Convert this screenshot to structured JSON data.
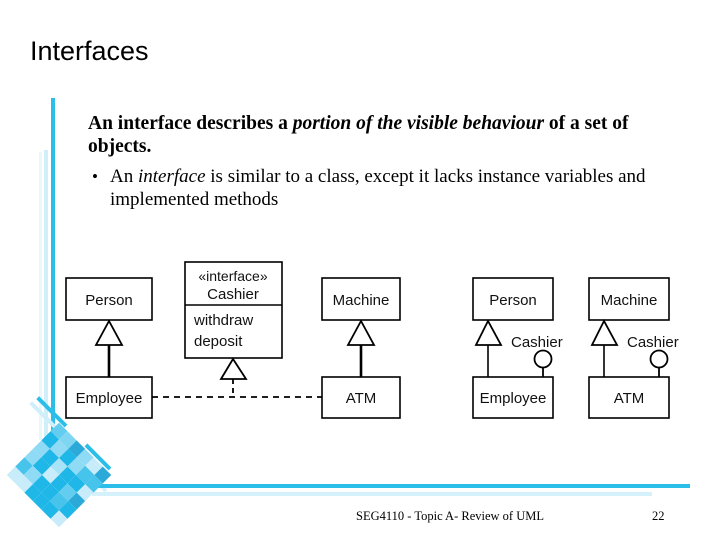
{
  "slide": {
    "title": "Interfaces",
    "accent_color": "#2ABEE8",
    "accent_soft_color": "#CFEFFA"
  },
  "body": {
    "lead_plain_1": "An interface describes a ",
    "lead_italic": "portion of the visible behaviour",
    "lead_plain_2": " of a set of objects.",
    "bullet_marker": "•",
    "bullet_plain_1": "An ",
    "bullet_italic": "interface",
    "bullet_plain_2": " is similar to a class, except it lacks instance variables and implemented methods"
  },
  "diagram": {
    "d1": {
      "person": "Person",
      "employee": "Employee",
      "interface_stereotype": "«interface»",
      "interface_name": "Cashier",
      "operation_1": "withdraw",
      "operation_2": "deposit"
    },
    "d2": {
      "machine": "Machine",
      "atm": "ATM"
    },
    "d3": {
      "person": "Person",
      "employee": "Employee",
      "lollipop_label": "Cashier"
    },
    "d4": {
      "machine": "Machine",
      "atm": "ATM",
      "lollipop_label": "Cashier"
    }
  },
  "footer": {
    "text": "SEG4110 - Topic A-  Review of UML",
    "page": "22"
  }
}
